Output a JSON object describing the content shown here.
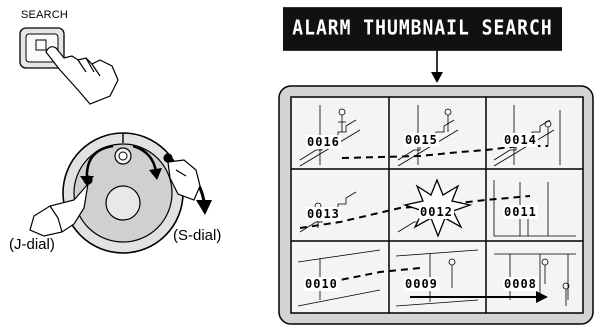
{
  "button": {
    "label": "SEARCH"
  },
  "dials": {
    "j_label": "(J-dial)",
    "s_label": "(S-dial)"
  },
  "screen": {
    "title": "ALARM THUMBNAIL SEARCH",
    "cells": [
      "0016",
      "0015",
      "0014",
      "0013",
      "0012",
      "0011",
      "0010",
      "0009",
      "0008"
    ],
    "selected_cell": "0012"
  }
}
